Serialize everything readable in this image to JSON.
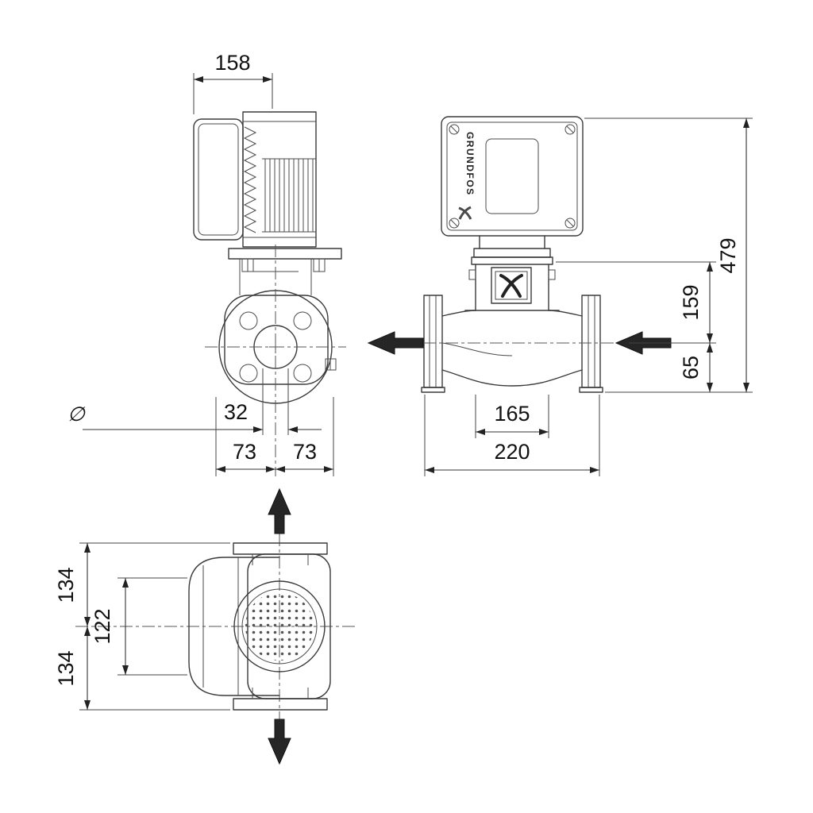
{
  "brand": "GRUNDFOS",
  "symbols": {
    "diameter": "∅"
  },
  "dims": {
    "w158": "158",
    "h479": "479",
    "h159": "159",
    "h65": "65",
    "w165": "165",
    "w220": "220",
    "d32": "32",
    "w73_left": "73",
    "w73_right": "73",
    "h134_top": "134",
    "w122": "122",
    "h134_bottom": "134"
  }
}
